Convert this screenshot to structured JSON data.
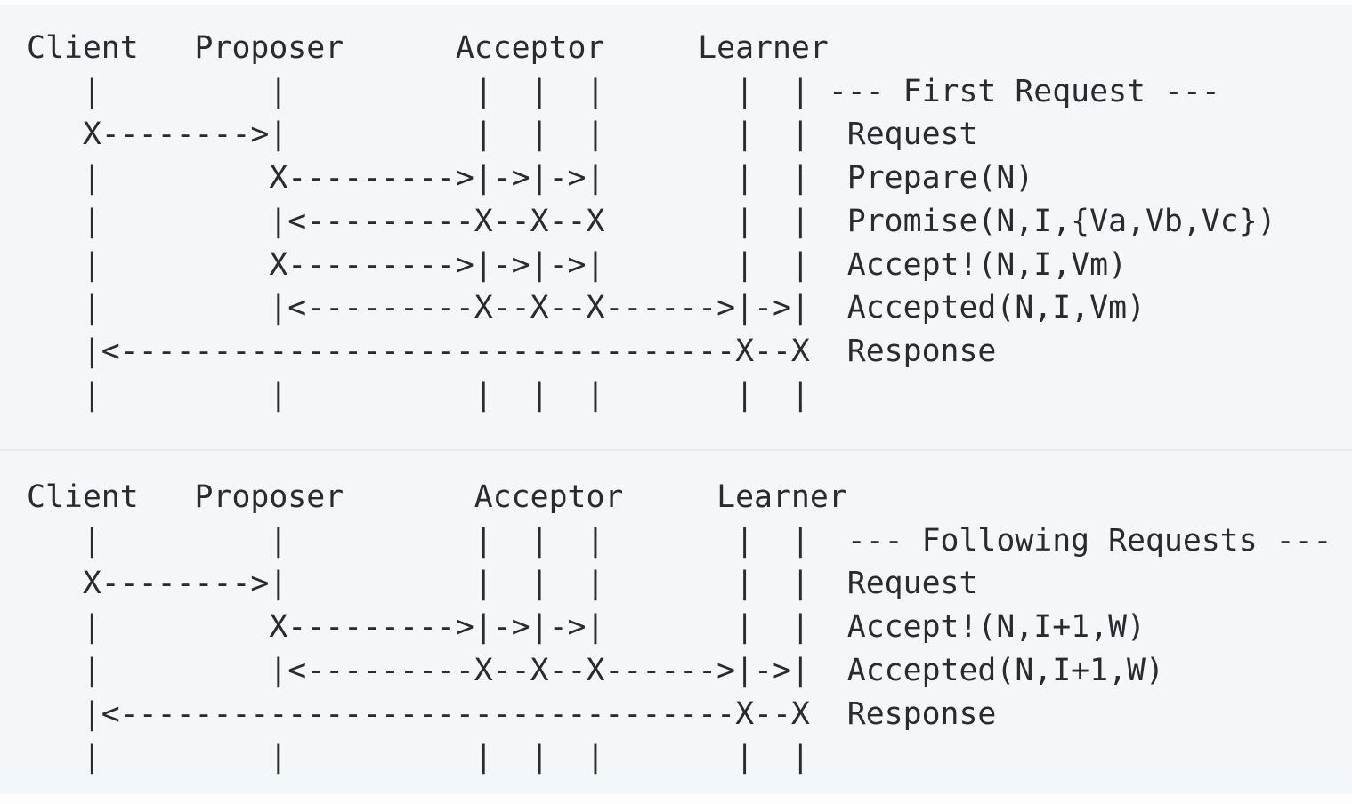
{
  "colors": {
    "page_background": "#fdfdfe",
    "block_background": "#f4f7fa",
    "divider": "#e9edf0",
    "text": "#282c31"
  },
  "diagram": {
    "participants": [
      "Client",
      "Proposer",
      "Acceptor",
      "Learner"
    ],
    "blocks": [
      {
        "caption": "--- First Request ---",
        "messages": [
          "Request",
          "Prepare(N)",
          "Promise(N,I,{Va,Vb,Vc})",
          "Accept!(N,I,Vm)",
          "Accepted(N,I,Vm)",
          "Response"
        ],
        "lines": [
          "Client   Proposer      Acceptor     Learner",
          "   |         |          |  |  |       |  | --- First Request ---",
          "   X-------->|          |  |  |       |  |  Request",
          "   |         X--------->|->|->|       |  |  Prepare(N)",
          "   |         |<---------X--X--X       |  |  Promise(N,I,{Va,Vb,Vc})",
          "   |         X--------->|->|->|       |  |  Accept!(N,I,Vm)",
          "   |         |<---------X--X--X------>|->|  Accepted(N,I,Vm)",
          "   |<---------------------------------X--X  Response",
          "   |         |          |  |  |       |  |"
        ]
      },
      {
        "caption": "--- Following Requests ---",
        "messages": [
          "Request",
          "Accept!(N,I+1,W)",
          "Accepted(N,I+1,W)",
          "Response"
        ],
        "lines": [
          "Client   Proposer       Acceptor     Learner",
          "   |         |          |  |  |       |  |  --- Following Requests ---",
          "   X-------->|          |  |  |       |  |  Request",
          "   |         X--------->|->|->|       |  |  Accept!(N,I+1,W)",
          "   |         |<---------X--X--X------>|->|  Accepted(N,I+1,W)",
          "   |<---------------------------------X--X  Response",
          "   |         |          |  |  |       |  |"
        ]
      }
    ]
  }
}
